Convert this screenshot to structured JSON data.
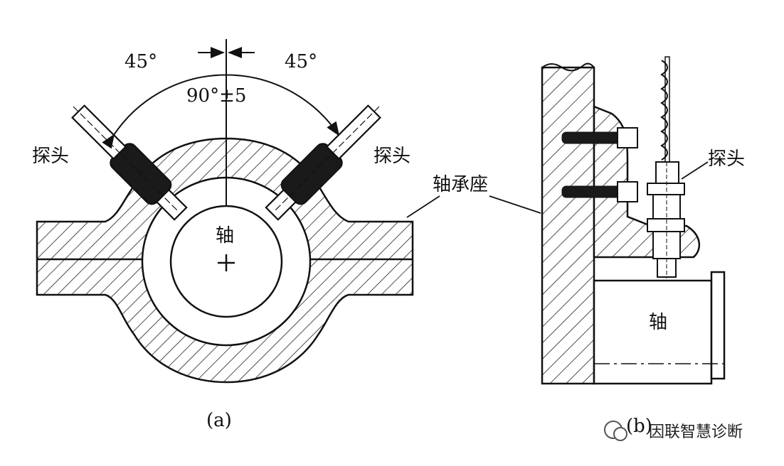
{
  "figure_a": {
    "angle_left": "45°",
    "angle_right": "45°",
    "angle_total": "90°±5",
    "probe_left": "探头",
    "probe_right": "探头",
    "shaft": "轴",
    "housing": "轴承座",
    "caption": "(a)"
  },
  "figure_b": {
    "probe": "探头",
    "shaft": "轴",
    "caption": "(b)"
  },
  "watermark": {
    "text": "因联智慧诊断"
  }
}
